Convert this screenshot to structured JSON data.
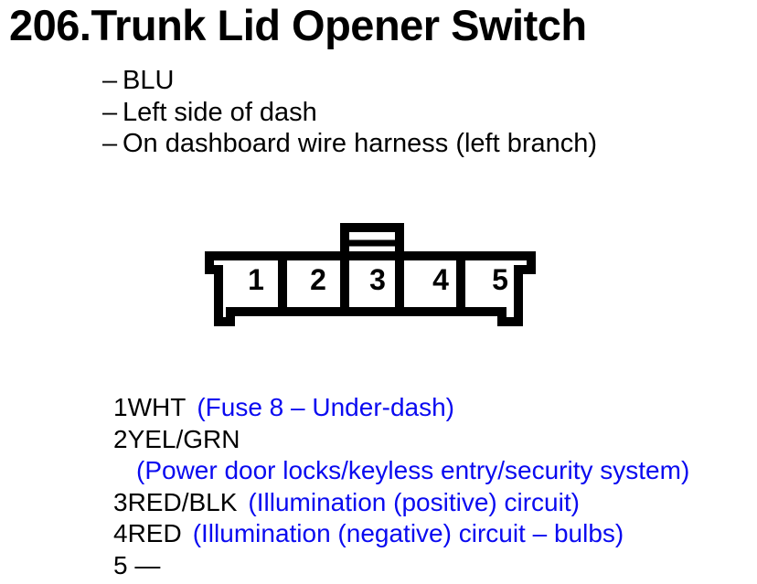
{
  "title": "206.Trunk Lid Opener Switch",
  "details": {
    "bullet": "–",
    "items": [
      "BLU",
      "Left side of dash",
      "On dashboard wire harness (left branch)"
    ]
  },
  "connector": {
    "pins": [
      "1",
      "2",
      "3",
      "4",
      "5"
    ]
  },
  "pin_list": {
    "rows": [
      {
        "label": "1WHT",
        "desc": "(Fuse 8 – Under-dash)"
      },
      {
        "label": "2YEL/GRN",
        "desc": "(Power door locks/keyless entry/security system)"
      },
      {
        "label": "3RED/BLK",
        "desc": "(Illumination (positive) circuit)"
      },
      {
        "label": "4RED",
        "desc": "(Illumination (negative) circuit – bulbs)"
      },
      {
        "label": "5 —",
        "desc": ""
      }
    ]
  },
  "colors": {
    "background": "#ffffff",
    "text": "#000000",
    "description_blue": "#0a0af0",
    "diagram_stroke": "#000000"
  }
}
